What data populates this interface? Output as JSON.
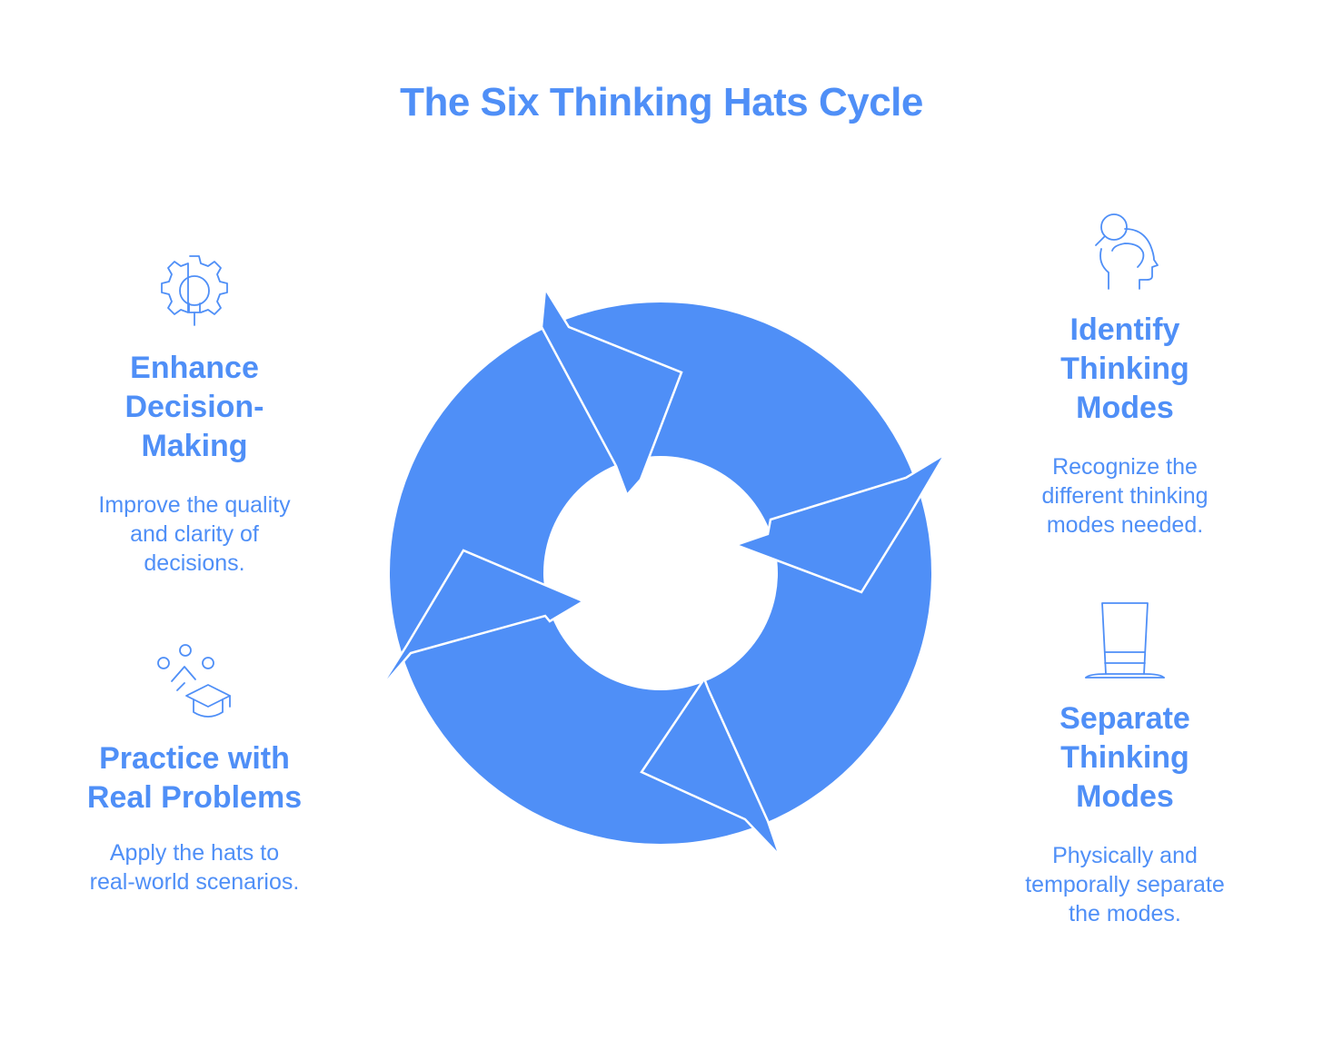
{
  "title": "The Six Thinking Hats Cycle",
  "colors": {
    "accent": "#4f8ff7",
    "background": "#ffffff"
  },
  "steps": [
    {
      "id": "enhance",
      "icon": "gear-lightbulb-icon",
      "heading": "Enhance\nDecision-\nMaking",
      "description": "Improve the quality\nand clarity of\ndecisions."
    },
    {
      "id": "practice",
      "icon": "graduation-cap-icon",
      "heading": "Practice with\nReal Problems",
      "description": "Apply the hats to\nreal-world scenarios."
    },
    {
      "id": "identify",
      "icon": "head-magnifier-icon",
      "heading": "Identify\nThinking\nModes",
      "description": "Recognize the\ndifferent thinking\nmodes needed."
    },
    {
      "id": "separate",
      "icon": "top-hat-icon",
      "heading": "Separate\nThinking\nModes",
      "description": "Physically and\ntemporally separate\nthe modes."
    }
  ]
}
